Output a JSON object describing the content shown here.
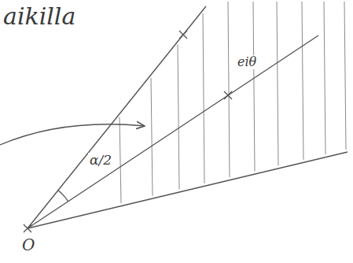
{
  "diagram": {
    "labels": [
      "aikilla",
      "α/2",
      "eiθ",
      "O"
    ]
  }
}
